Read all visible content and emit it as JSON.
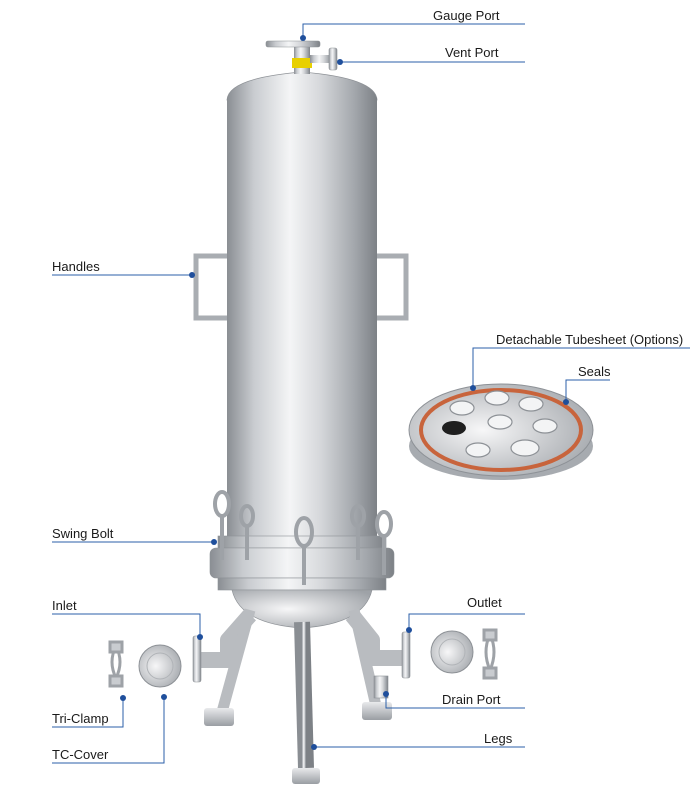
{
  "labels": {
    "gauge_port": "Gauge Port",
    "vent_port": "Vent Port",
    "handles": "Handles",
    "detachable_tubesheet": "Detachable Tubesheet (Options)",
    "seals": "Seals",
    "swing_bolt": "Swing Bolt",
    "inlet": "Inlet",
    "outlet": "Outlet",
    "drain_port": "Drain Port",
    "legs": "Legs",
    "tri_clamp": "Tri-Clamp",
    "tc_cover": "TC-Cover"
  },
  "colors": {
    "leader_line": "#2b5fa8",
    "dot": "#1f4f9c",
    "steel_dark": "#8d9196",
    "steel_light": "#f1f2f3",
    "seal": "#c8643c",
    "gauge_yellow": "#e8d000"
  }
}
